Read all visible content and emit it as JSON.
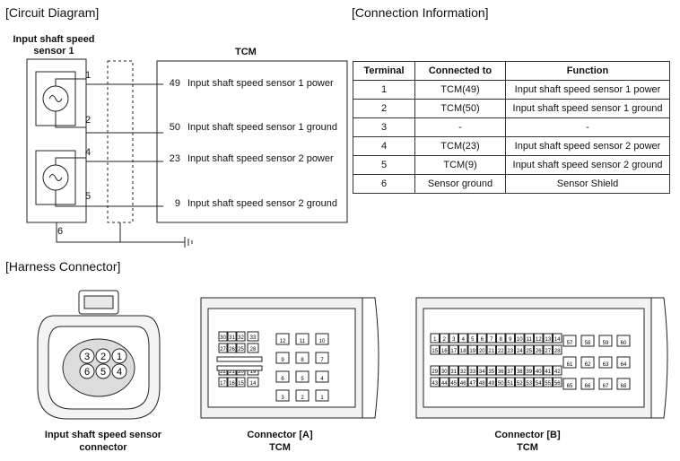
{
  "circuit": {
    "title": "[Circuit Diagram]",
    "sensor_label": "Input shaft speed sensor 1",
    "tcm_label": "TCM",
    "sensor_pins": [
      "1",
      "2",
      "4",
      "5",
      "6"
    ],
    "tcm_pins": [
      {
        "num": "49",
        "label": "Input shaft speed sensor 1 power"
      },
      {
        "num": "50",
        "label": "Input shaft speed sensor 1 ground"
      },
      {
        "num": "23",
        "label": "Input shaft speed sensor 2 power"
      },
      {
        "num": "9",
        "label": "Input shaft speed sensor 2 ground"
      }
    ]
  },
  "connection": {
    "title": "[Connection Information]",
    "headers": [
      "Terminal",
      "Connected to",
      "Function"
    ],
    "rows": [
      [
        "1",
        "TCM(49)",
        "Input shaft speed sensor 1 power"
      ],
      [
        "2",
        "TCM(50)",
        "Input shaft speed sensor 1 ground"
      ],
      [
        "3",
        "-",
        "-"
      ],
      [
        "4",
        "TCM(23)",
        "Input shaft speed sensor 2 power"
      ],
      [
        "5",
        "TCM(9)",
        "Input shaft speed sensor 2 ground"
      ],
      [
        "6",
        "Sensor ground",
        "Sensor Shield"
      ]
    ]
  },
  "harness": {
    "title": "[Harness Connector]",
    "sensor_connector": {
      "pins": [
        "3",
        "2",
        "1",
        "6",
        "5",
        "4"
      ],
      "caption": [
        "Input shaft speed sensor",
        "connector"
      ]
    },
    "connector_a": {
      "caption": [
        "Connector [A]",
        "TCM"
      ],
      "pin_rows": [
        [
          "30",
          "31",
          "32"
        ],
        [
          "27",
          "26",
          "25"
        ],
        [
          "22",
          "21",
          "20"
        ],
        [
          "17",
          "16",
          "15"
        ]
      ],
      "side_pins": [
        "33",
        "28",
        "19",
        "14"
      ],
      "center_pins": [
        "12",
        "11",
        "10",
        "9",
        "8",
        "7",
        "6",
        "5",
        "4",
        "3",
        "2",
        "1"
      ]
    },
    "connector_b": {
      "caption": [
        "Connector [B]",
        "TCM"
      ],
      "row1": [
        "1",
        "2",
        "3",
        "4",
        "5",
        "6",
        "7",
        "8",
        "9",
        "10",
        "11",
        "12",
        "13",
        "14"
      ],
      "row2": [
        "15",
        "16",
        "17",
        "18",
        "19",
        "20",
        "21",
        "22",
        "23",
        "24",
        "25",
        "26",
        "27",
        "28"
      ],
      "row3": [
        "29",
        "30",
        "31",
        "32",
        "33",
        "34",
        "35",
        "36",
        "37",
        "38",
        "39",
        "40",
        "41",
        "42"
      ],
      "row4": [
        "43",
        "44",
        "45",
        "46",
        "47",
        "48",
        "49",
        "50",
        "51",
        "52",
        "53",
        "54",
        "55",
        "56"
      ],
      "right_pins": [
        "57",
        "58",
        "59",
        "60",
        "61",
        "62",
        "63",
        "64",
        "65",
        "66",
        "67",
        "68"
      ]
    }
  }
}
